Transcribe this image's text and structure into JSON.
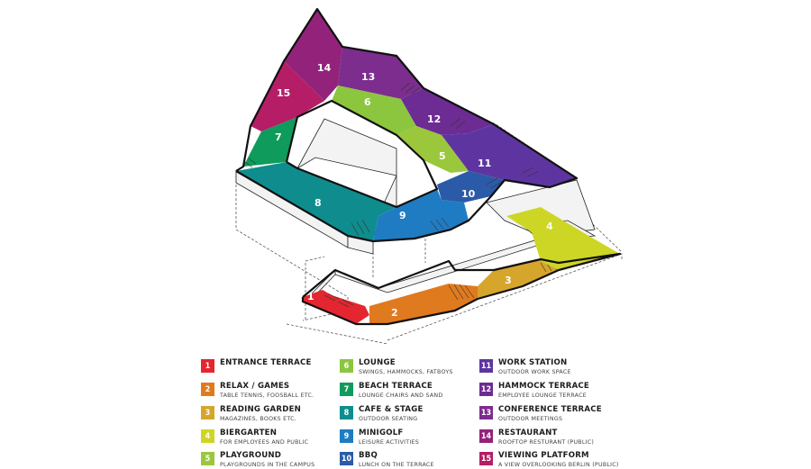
{
  "colors": {
    "z1": "#e3262f",
    "z2": "#e07a1f",
    "z3": "#d6a52b",
    "z4": "#cdd624",
    "z5": "#9bc73c",
    "z6": "#8cc63f",
    "z7": "#0f9b5b",
    "z8": "#0f8d8e",
    "z9": "#1f7cc2",
    "z10": "#2b5aa8",
    "z11": "#5e35a0",
    "z12": "#6c2c93",
    "z13": "#7c2d8e",
    "z14": "#93237a",
    "z15": "#b51e66"
  },
  "zones": [
    {
      "num": "1",
      "color": "#e3262f"
    },
    {
      "num": "2",
      "color": "#e07a1f"
    },
    {
      "num": "3",
      "color": "#d6a52b"
    },
    {
      "num": "4",
      "color": "#cdd624"
    },
    {
      "num": "5",
      "color": "#9bc73c"
    },
    {
      "num": "6",
      "color": "#8cc63f"
    },
    {
      "num": "7",
      "color": "#0f9b5b"
    },
    {
      "num": "8",
      "color": "#0f8d8e"
    },
    {
      "num": "9",
      "color": "#1f7cc2"
    },
    {
      "num": "10",
      "color": "#2b5aa8"
    },
    {
      "num": "11",
      "color": "#5e35a0"
    },
    {
      "num": "12",
      "color": "#6c2c93"
    },
    {
      "num": "13",
      "color": "#7c2d8e"
    },
    {
      "num": "14",
      "color": "#93237a"
    },
    {
      "num": "15",
      "color": "#b51e66"
    }
  ],
  "legend": [
    {
      "num": "1",
      "title": "ENTRANCE TERRACE",
      "subtitle": "",
      "color": "#e3262f"
    },
    {
      "num": "2",
      "title": "RELAX / GAMES",
      "subtitle": "TABLE TENNIS, FOOSBALL ETC.",
      "color": "#e07a1f"
    },
    {
      "num": "3",
      "title": "READING GARDEN",
      "subtitle": "MAGAZINES, BOOKS ETC.",
      "color": "#d6a52b"
    },
    {
      "num": "4",
      "title": "BIERGARTEN",
      "subtitle": "FOR EMPLOYEES AND PUBLIC",
      "color": "#cdd624"
    },
    {
      "num": "5",
      "title": "PLAYGROUND",
      "subtitle": "PLAYGROUNDS IN THE CAMPUS",
      "color": "#9bc73c"
    },
    {
      "num": "6",
      "title": "LOUNGE",
      "subtitle": "SWINGS, HAMMOCKS, FATBOYS",
      "color": "#8cc63f"
    },
    {
      "num": "7",
      "title": "BEACH TERRACE",
      "subtitle": "LOUNGE CHAIRS AND SAND",
      "color": "#0f9b5b"
    },
    {
      "num": "8",
      "title": "CAFE & STAGE",
      "subtitle": "OUTDOOR SEATING",
      "color": "#0f8d8e"
    },
    {
      "num": "9",
      "title": "MINIGOLF",
      "subtitle": "LEISURE ACTIVITIES",
      "color": "#1f7cc2"
    },
    {
      "num": "10",
      "title": "BBQ",
      "subtitle": "LUNCH ON THE TERRACE",
      "color": "#2b5aa8"
    },
    {
      "num": "11",
      "title": "WORK STATION",
      "subtitle": "OUTDOOR WORK SPACE",
      "color": "#5e35a0"
    },
    {
      "num": "12",
      "title": "HAMMOCK TERRACE",
      "subtitle": "EMPLOYEE LOUNGE TERRACE",
      "color": "#6c2c93"
    },
    {
      "num": "13",
      "title": "CONFERENCE TERRACE",
      "subtitle": "OUTDOOR MEETINGS",
      "color": "#7c2d8e"
    },
    {
      "num": "14",
      "title": "RESTAURANT",
      "subtitle": "ROOFTOP RESTURANT (PUBLIC)",
      "color": "#93237a"
    },
    {
      "num": "15",
      "title": "VIEWING PLATFORM",
      "subtitle": "A VIEW OVERLOOKING BERLIN (PUBLIC)",
      "color": "#b51e66"
    }
  ]
}
